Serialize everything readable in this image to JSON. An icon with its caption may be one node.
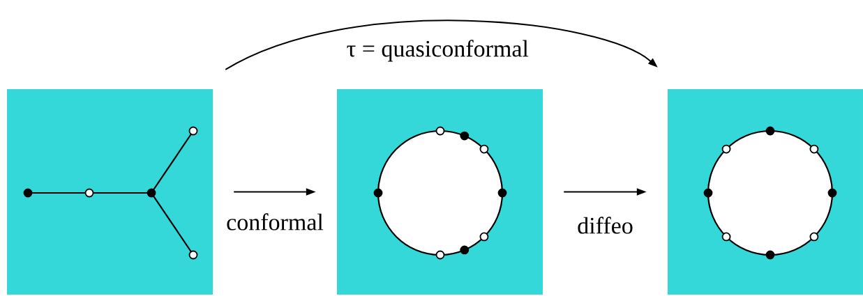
{
  "diagram": {
    "nodes": [
      {
        "text": [],
        "shape": "box"
      },
      {
        "text": [],
        "shape": "box"
      },
      {
        "text": [],
        "shape": "box"
      }
    ],
    "edges": [
      {
        "from": 0,
        "to": 1,
        "arrow": "to",
        "label": "conformal"
      },
      {
        "from": 1,
        "to": 2,
        "arrow": "to",
        "label": "diffeo"
      },
      {
        "from": 0,
        "to": 2,
        "arrow": "to",
        "label": "τ = quasiconformal"
      }
    ]
  }
}
